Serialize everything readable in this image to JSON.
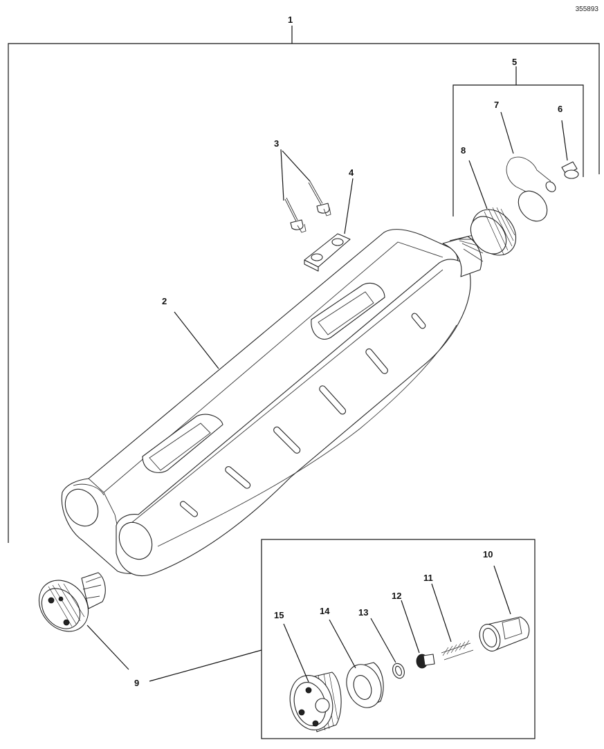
{
  "document": {
    "number": "355893"
  },
  "callouts": [
    "1",
    "2",
    "3",
    "4",
    "5",
    "6",
    "7",
    "8",
    "9",
    "10",
    "11",
    "12",
    "13",
    "14",
    "15"
  ],
  "parts": [
    {
      "id": "1"
    },
    {
      "id": "2"
    },
    {
      "id": "3"
    },
    {
      "id": "4"
    },
    {
      "id": "5"
    },
    {
      "id": "6"
    },
    {
      "id": "7"
    },
    {
      "id": "8"
    },
    {
      "id": "9"
    },
    {
      "id": "10"
    },
    {
      "id": "11"
    },
    {
      "id": "12"
    },
    {
      "id": "13"
    },
    {
      "id": "14"
    },
    {
      "id": "15"
    }
  ]
}
